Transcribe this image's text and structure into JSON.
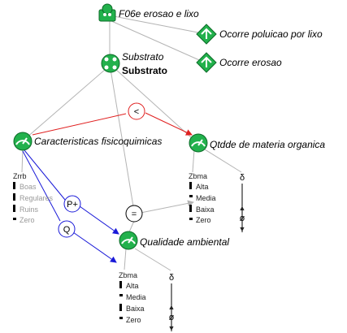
{
  "nodes": {
    "scenario": {
      "label": "F06e erosao e lixo",
      "icon": "green-scenario-icon"
    },
    "poluicao": {
      "label": "Ocorre poluicao por lixo",
      "icon": "green-diamond-process-icon"
    },
    "erosao": {
      "label": "Ocorre erosao",
      "icon": "green-diamond-process-icon"
    },
    "substrato": {
      "label": "Substrato",
      "sublabel": "Substrato",
      "icon": "green-entity-icon"
    },
    "caracteristicas": {
      "label": "Caracteristicas fisicoquimicas",
      "icon": "green-gauge-icon"
    },
    "materia": {
      "label": "Qtdde de materia organica",
      "icon": "green-gauge-icon"
    },
    "qualidade": {
      "label": "Qualidade ambiental",
      "icon": "green-gauge-icon"
    }
  },
  "quantity_spaces": {
    "caracteristicas": {
      "name": "Zrrb",
      "values": [
        "Boas",
        "Regulares",
        "Ruins",
        "Zero"
      ]
    },
    "materia": {
      "name": "Zbma",
      "values": [
        "Alta",
        "Media",
        "Baixa",
        "Zero"
      ]
    },
    "qualidade": {
      "name": "Zbma",
      "values": [
        "Alta",
        "Media",
        "Baixa",
        "Zero"
      ]
    }
  },
  "relations": {
    "less_than": "<",
    "equal": "=",
    "positive_proportionality": "P+",
    "influence": "Q"
  },
  "derivatives": {
    "delta_symbol": "δ",
    "zero_symbol": "ø",
    "up_arrow": "▲",
    "down_arrow": "▼"
  },
  "colors": {
    "node_green": "#22b14c",
    "relation_red": "#e02020",
    "relation_blue": "#1a1ad8",
    "structure_gray": "#b4b4b4"
  }
}
